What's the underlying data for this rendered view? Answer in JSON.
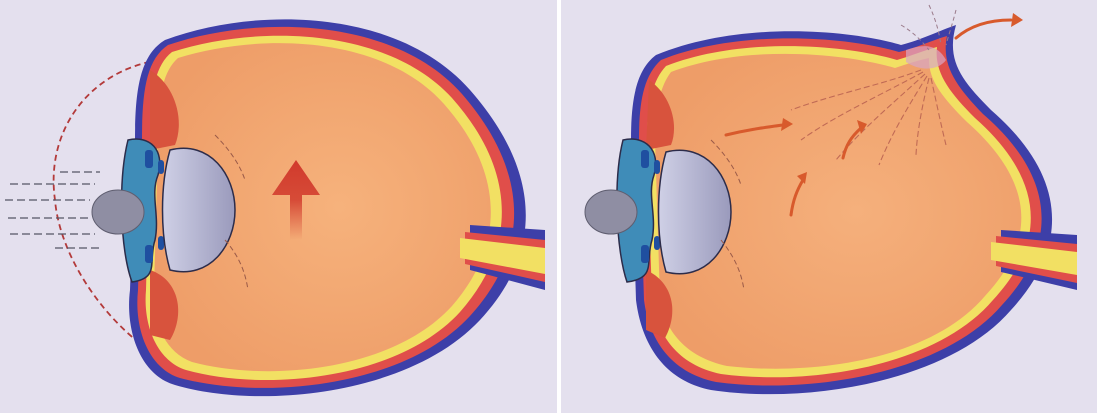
{
  "figure": {
    "panels": [
      {
        "id": "left",
        "arrow_count": 1,
        "arrow_direction": "up"
      },
      {
        "id": "right",
        "arrow_count": 4,
        "arrow_direction": "outward"
      }
    ],
    "colors": {
      "background": "#e4e0ee",
      "sclera": "#3d3fa8",
      "choroid": "#e04e4a",
      "retina": "#f2e063",
      "vitreous": "#f2a870",
      "lens": "#a9a9c9",
      "iris": "#3f8cb8",
      "cornea_object": "#8f8ea3",
      "arrow": "#d13a2c"
    }
  }
}
